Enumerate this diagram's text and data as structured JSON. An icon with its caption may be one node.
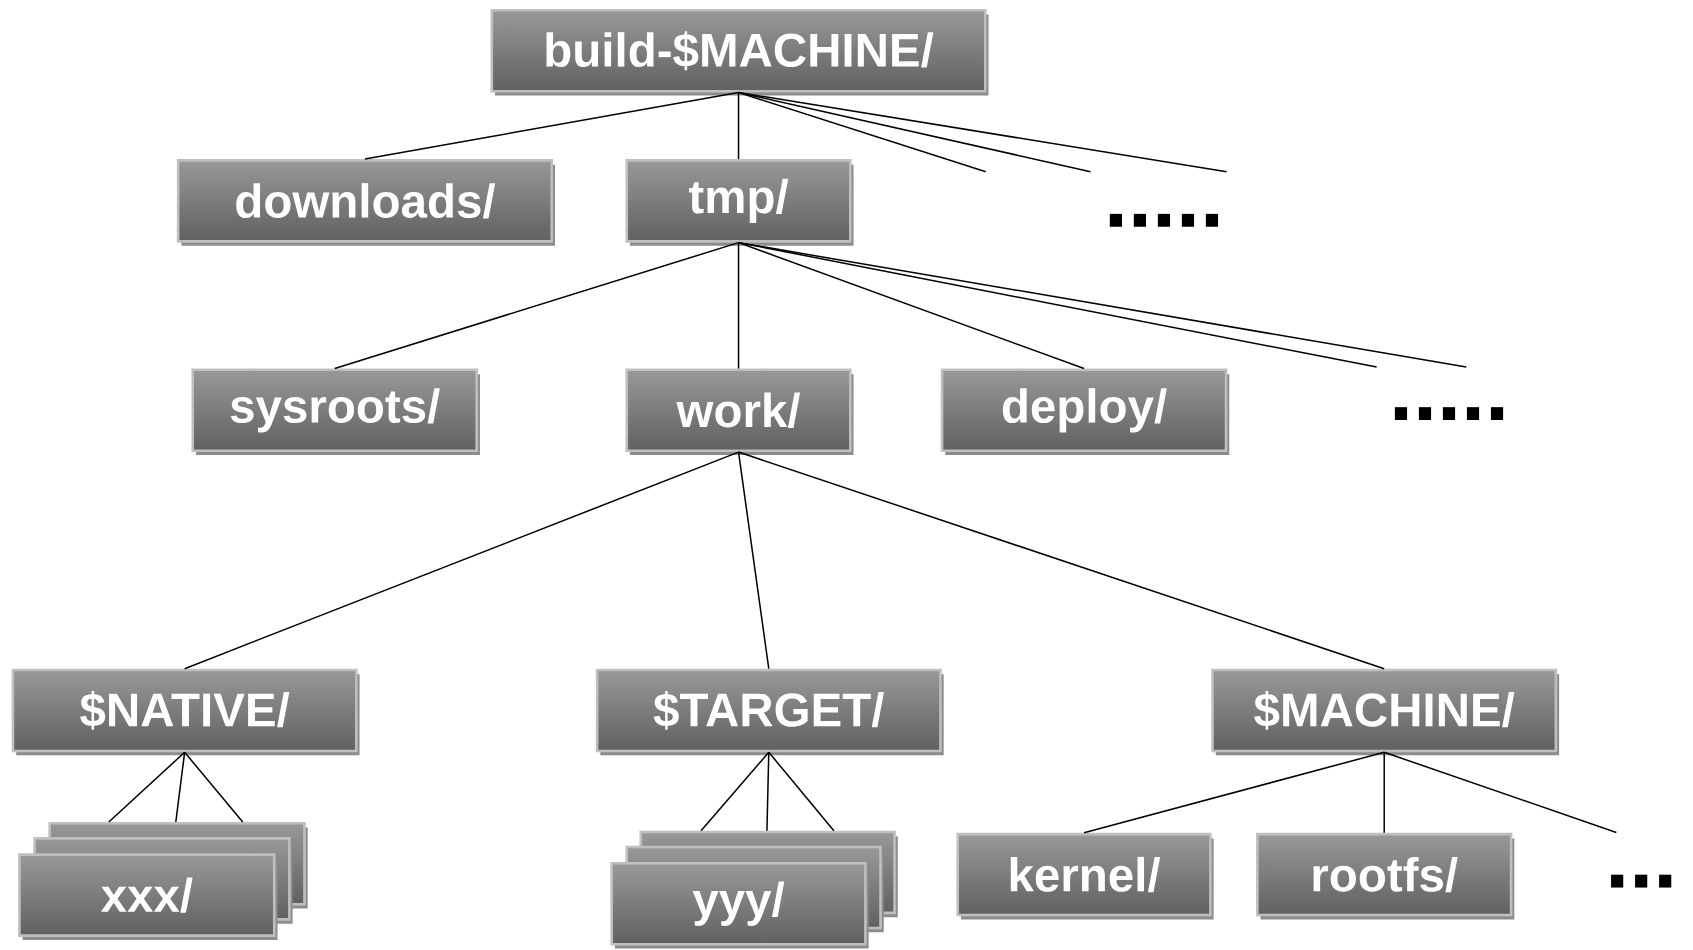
{
  "diagram": {
    "nodes": [
      {
        "text": [
          "build-$MACHINE/"
        ]
      },
      {
        "text": [
          "downloads/"
        ]
      },
      {
        "text": [
          "tmp/"
        ]
      },
      {
        "text": [
          "sysroots/"
        ]
      },
      {
        "text": [
          "work/"
        ]
      },
      {
        "text": [
          "deploy/"
        ]
      },
      {
        "text": [
          "$NATIVE/"
        ]
      },
      {
        "text": [
          "$TARGET/"
        ]
      },
      {
        "text": [
          "$MACHINE/"
        ]
      },
      {
        "text": [
          "xxx/"
        ]
      },
      {
        "text": [
          "yyy/"
        ]
      },
      {
        "text": [
          "kernel/"
        ]
      },
      {
        "text": [
          "rootfs/"
        ]
      }
    ],
    "edges": [
      {
        "from": 0,
        "to": 1,
        "arrow": "none"
      },
      {
        "from": 0,
        "to": 2,
        "arrow": "none"
      },
      {
        "from": 0,
        "to": null,
        "arrow": "none"
      },
      {
        "from": 0,
        "to": null,
        "arrow": "none"
      },
      {
        "from": 0,
        "to": null,
        "arrow": "none"
      },
      {
        "from": 2,
        "to": 3,
        "arrow": "none"
      },
      {
        "from": 2,
        "to": 4,
        "arrow": "none"
      },
      {
        "from": 2,
        "to": 5,
        "arrow": "none"
      },
      {
        "from": 2,
        "to": null,
        "arrow": "none"
      },
      {
        "from": 2,
        "to": null,
        "arrow": "none"
      },
      {
        "from": 4,
        "to": 6,
        "arrow": "none"
      },
      {
        "from": 4,
        "to": 7,
        "arrow": "none"
      },
      {
        "from": 4,
        "to": 8,
        "arrow": "none"
      },
      {
        "from": 6,
        "to": 9,
        "arrow": "none"
      },
      {
        "from": 6,
        "to": 9,
        "arrow": "none"
      },
      {
        "from": 6,
        "to": 9,
        "arrow": "none"
      },
      {
        "from": 7,
        "to": 10,
        "arrow": "none"
      },
      {
        "from": 7,
        "to": 10,
        "arrow": "none"
      },
      {
        "from": 7,
        "to": 10,
        "arrow": "none"
      },
      {
        "from": 8,
        "to": 11,
        "arrow": "none"
      },
      {
        "from": 8,
        "to": 12,
        "arrow": "none"
      },
      {
        "from": 8,
        "to": null,
        "arrow": "none"
      }
    ],
    "labels": [
      ".....",
      ".....",
      "..."
    ]
  }
}
